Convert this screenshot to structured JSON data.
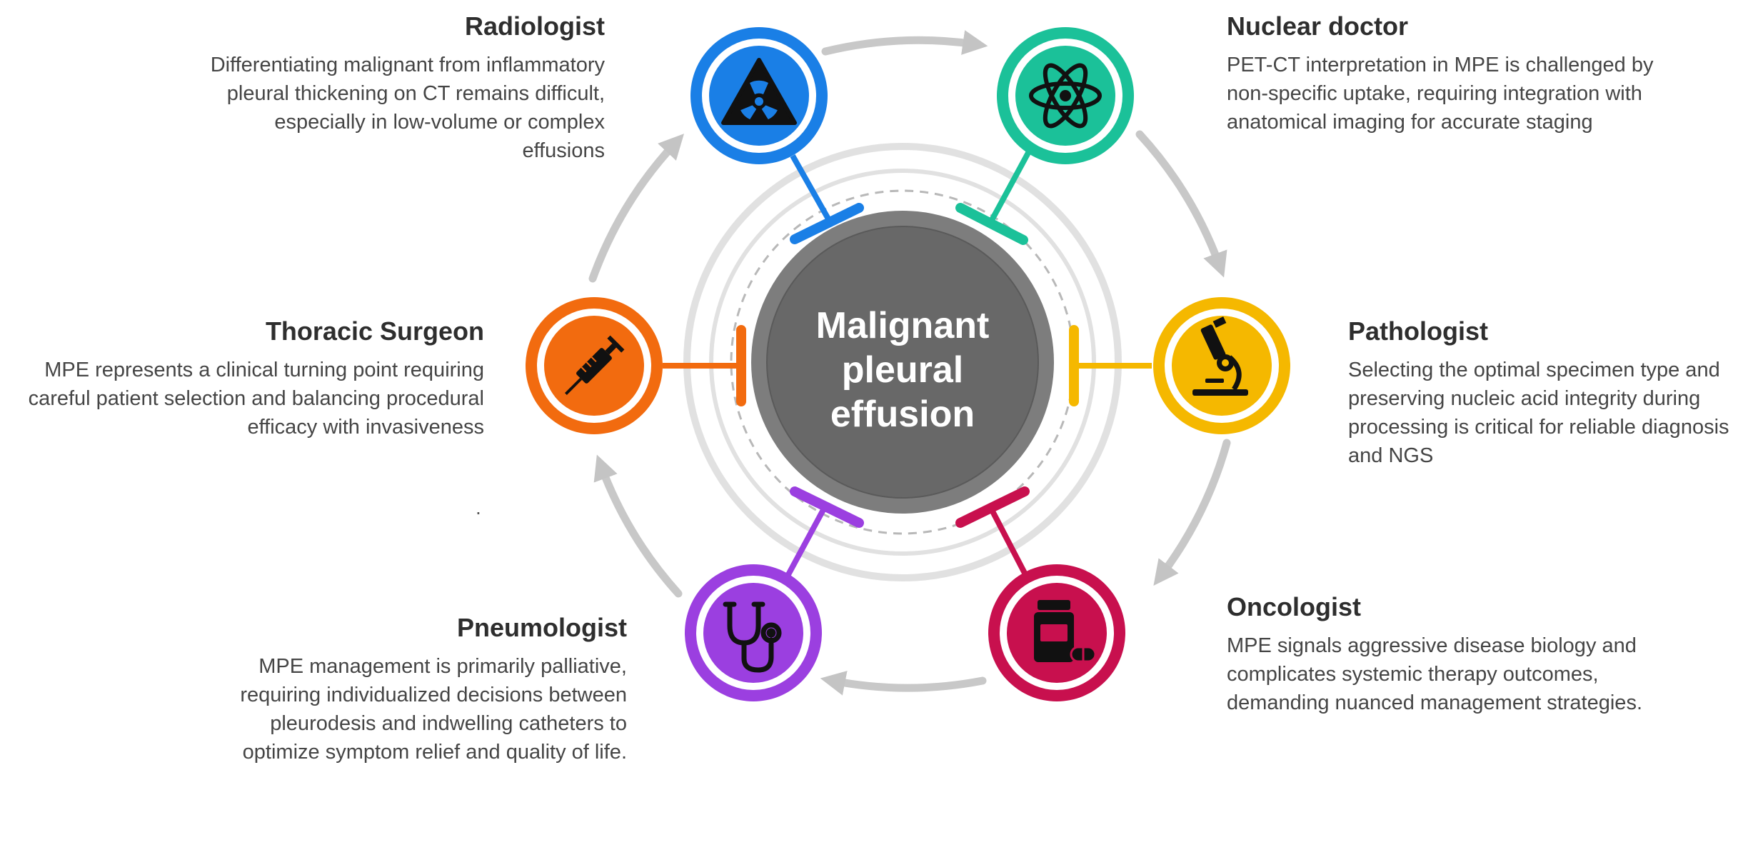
{
  "center": {
    "lines": [
      "Malignant",
      "pleural",
      "effusion"
    ]
  },
  "roles": {
    "radiologist": {
      "title": "Radiologist",
      "text": "Differentiating malignant from inflammatory pleural thickening on CT remains difficult, especially in low-volume or complex effusions",
      "color": "#1a7fe6",
      "icon": "radiation-icon"
    },
    "nuclear": {
      "title": "Nuclear doctor",
      "text": "PET-CT interpretation in MPE is challenged by non-specific uptake, requiring integration with anatomical imaging for accurate staging",
      "color": "#1bc199",
      "icon": "atom-icon"
    },
    "pathologist": {
      "title": "Pathologist",
      "text": "Selecting the optimal specimen type and preserving nucleic acid integrity during processing is critical for reliable diagnosis and NGS",
      "color": "#f5b800",
      "icon": "microscope-icon"
    },
    "oncologist": {
      "title": "Oncologist",
      "text": "MPE signals aggressive disease biology and complicates systemic therapy outcomes, demanding nuanced management strategies.",
      "color": "#c8104e",
      "icon": "pill-bottle-icon"
    },
    "pneumologist": {
      "title": "Pneumologist",
      "text": "MPE management is primarily palliative, requiring individualized decisions between pleurodesis and indwelling catheters to optimize symptom relief and quality of life.",
      "color": "#9b3fe0",
      "icon": "stethoscope-icon"
    },
    "surgeon": {
      "title": "Thoracic Surgeon",
      "text": "MPE represents a clinical turning point requiring careful patient selection and balancing procedural efficacy with invasiveness",
      "color": "#f26b0f",
      "icon": "syringe-icon"
    }
  },
  "stray_mark": "."
}
